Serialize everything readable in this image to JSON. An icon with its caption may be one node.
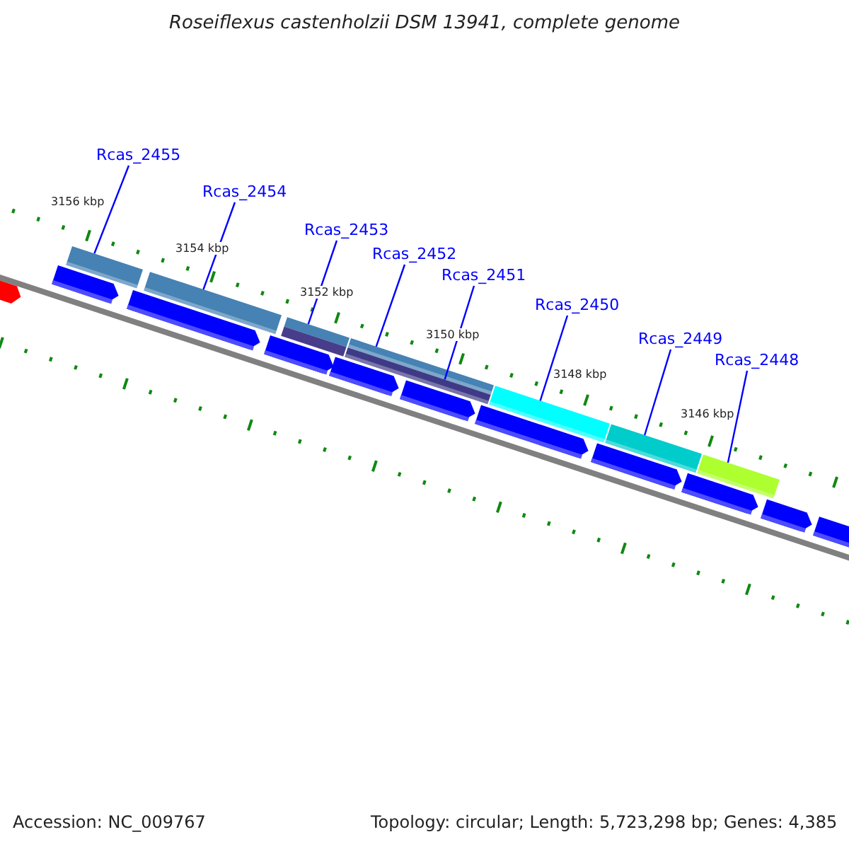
{
  "diagram": {
    "title": "Roseiflexus castenholzii DSM 13941, complete genome",
    "nodes": [
      {
        "text": [
          "Rcas_2455"
        ]
      },
      {
        "text": [
          "Rcas_2454"
        ]
      },
      {
        "text": [
          "Rcas_2453"
        ]
      },
      {
        "text": [
          "Rcas_2452"
        ]
      },
      {
        "text": [
          "Rcas_2451"
        ]
      },
      {
        "text": [
          "Rcas_2450"
        ]
      },
      {
        "text": [
          "Rcas_2449"
        ]
      },
      {
        "text": [
          "Rcas_2448"
        ]
      },
      {
        "text": [],
        "shape": "bar"
      },
      {
        "text": [],
        "shape": "bar"
      },
      {
        "text": [],
        "shape": "bar"
      },
      {
        "text": [],
        "shape": "bar"
      },
      {
        "text": [],
        "shape": "bar"
      },
      {
        "text": [],
        "shape": "bar"
      },
      {
        "text": [],
        "shape": "bar"
      },
      {
        "text": [],
        "shape": "bar"
      }
    ],
    "edges": [
      {
        "from": 0,
        "to": 8,
        "arrow": "none"
      },
      {
        "from": 1,
        "to": 9,
        "arrow": "none"
      },
      {
        "from": 2,
        "to": 10,
        "arrow": "none"
      },
      {
        "from": 3,
        "to": 11,
        "arrow": "none"
      },
      {
        "from": 4,
        "to": 12,
        "arrow": "none"
      },
      {
        "from": 5,
        "to": 13,
        "arrow": "none"
      },
      {
        "from": 6,
        "to": 14,
        "arrow": "none"
      },
      {
        "from": 7,
        "to": 15,
        "arrow": "none"
      }
    ],
    "labels": [
      "3156 kbp",
      "3154 kbp",
      "3152 kbp",
      "3150 kbp",
      "3148 kbp",
      "3146 kbp",
      "Accession: NC_009767",
      "Topology: circular; Length: 5,723,298 bp; Genes: 4,385"
    ]
  }
}
